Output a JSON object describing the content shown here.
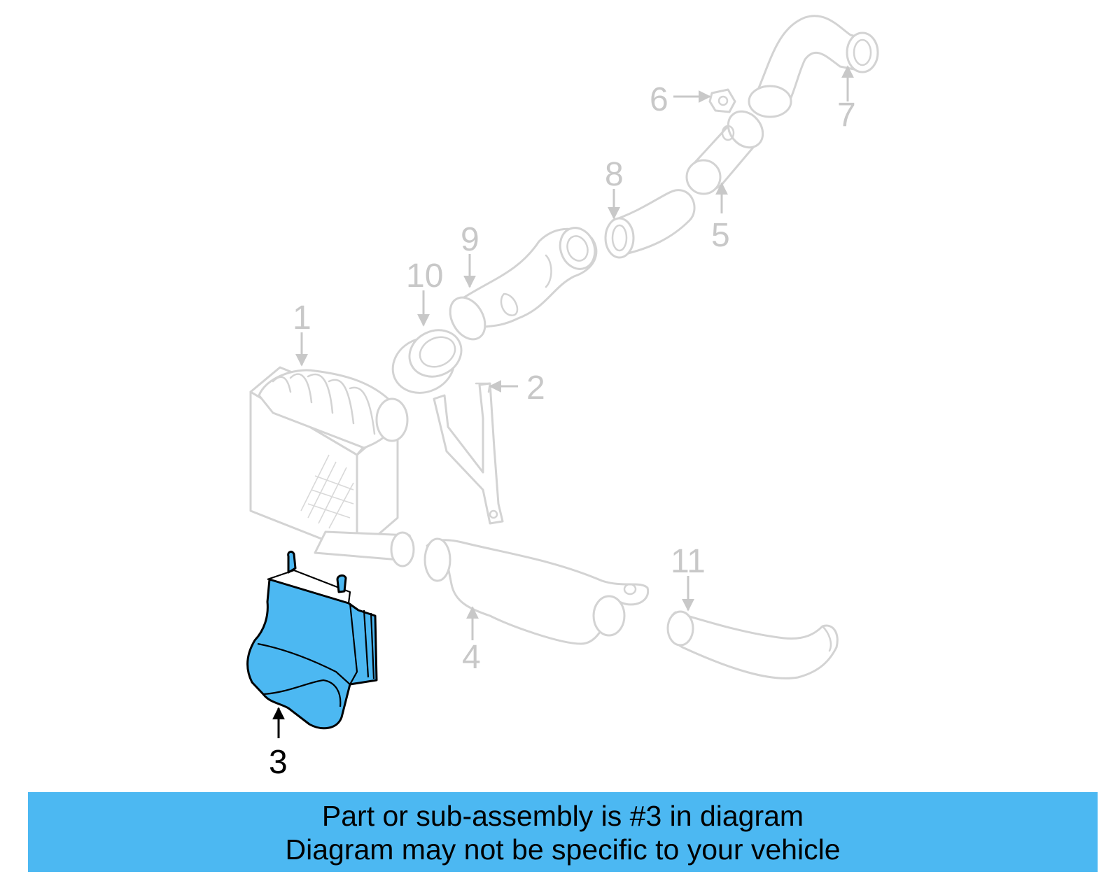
{
  "callouts": {
    "c1": "1",
    "c2": "2",
    "c3": "3",
    "c4": "4",
    "c5": "5",
    "c6": "6",
    "c7": "7",
    "c8": "8",
    "c9": "9",
    "c10": "10",
    "c11": "11"
  },
  "highlight_color": "#4cb8f2",
  "banner": {
    "line1": "Part or sub-assembly is #3 in diagram",
    "line2": "Diagram may not be specific to your vehicle"
  }
}
